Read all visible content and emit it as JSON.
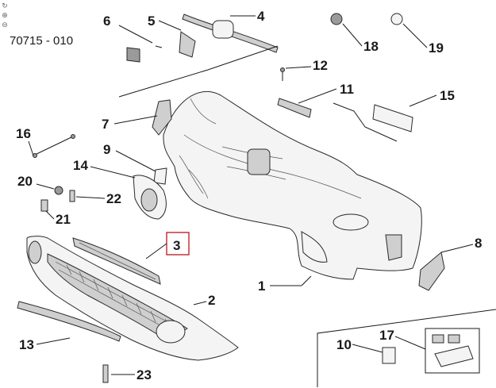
{
  "diagram": {
    "reference_code": "70715 - 010",
    "highlighted_callout": "3",
    "callouts": {
      "c1": "1",
      "c2": "2",
      "c3": "3",
      "c4": "4",
      "c5": "5",
      "c6": "6",
      "c7": "7",
      "c8": "8",
      "c9": "9",
      "c10": "10",
      "c11": "11",
      "c12": "12",
      "c13": "13",
      "c14": "14",
      "c15": "15",
      "c16": "16",
      "c17": "17",
      "c18": "18",
      "c19": "19",
      "c20": "20",
      "c21": "21",
      "c22": "22",
      "c23": "23"
    },
    "highlight_color": "#c0262d"
  },
  "toolbar": {
    "icons": [
      "rotate-icon",
      "zoom-in-icon",
      "zoom-out-icon"
    ],
    "glyphs": [
      "↻",
      "⊕",
      "⊖"
    ]
  }
}
